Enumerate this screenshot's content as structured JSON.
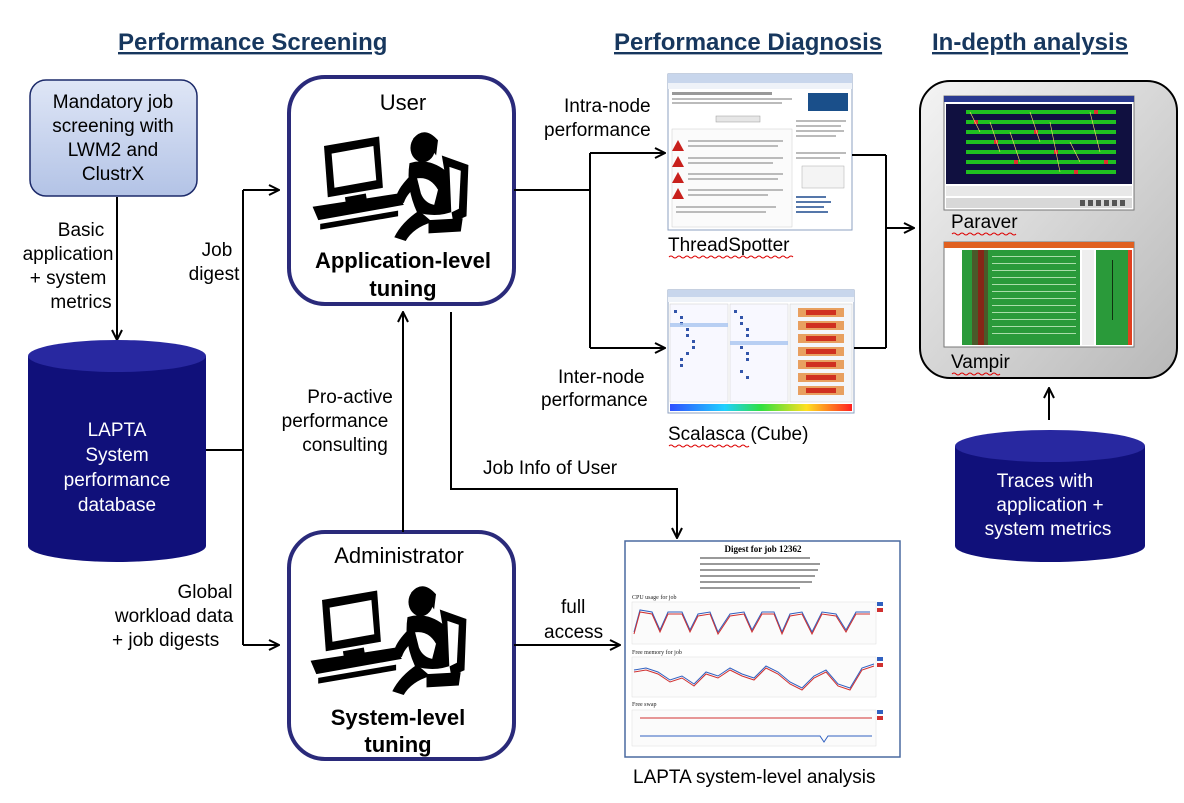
{
  "headers": {
    "screening": "Performance Screening",
    "diagnosis": "Performance Diagnosis",
    "analysis": "In-depth analysis"
  },
  "screening_box": [
    "Mandatory job",
    "screening with",
    "LWM2 and",
    "ClustrX"
  ],
  "basic_metrics": [
    "Basic",
    "application",
    "+ system",
    "metrics"
  ],
  "database": [
    "LAPTA",
    "System",
    "performance",
    "database"
  ],
  "job_digest": [
    "Job",
    "digest"
  ],
  "global_workload": [
    "Global",
    "workload data",
    "+   job digests"
  ],
  "user_box": {
    "role": "User",
    "title_line1": "Application-level",
    "title_line2": "tuning"
  },
  "admin_box": {
    "role": "Administrator",
    "title_line1": "System-level",
    "title_line2": "tuning"
  },
  "proactive": [
    "Pro-active",
    "performance",
    "consulting"
  ],
  "intra_node": [
    "Intra-node",
    "performance"
  ],
  "inter_node": [
    "Inter-node",
    "performance"
  ],
  "job_info": "Job Info of User",
  "full_access": [
    "full",
    "access"
  ],
  "tools": {
    "threadspotter": "ThreadSpotter",
    "scalasca": "Scalasca (Cube)",
    "paraver": "Paraver",
    "vampir": "Vampir"
  },
  "traces": [
    "Traces with",
    "application  +",
    "system metrics"
  ],
  "lapta_caption": "LAPTA system-level analysis",
  "digest_panel": {
    "title": "Digest for job 12362",
    "chart1": "CPU usage for job",
    "chart2": "Free memory for job",
    "chart3": "Free swap"
  },
  "colors": {
    "header": "#17375e",
    "cylinder": "#10107a",
    "cylinder_top": "#2828a0",
    "box_border": "#2a2a7a",
    "screening_fill": "#c5d2ec"
  }
}
